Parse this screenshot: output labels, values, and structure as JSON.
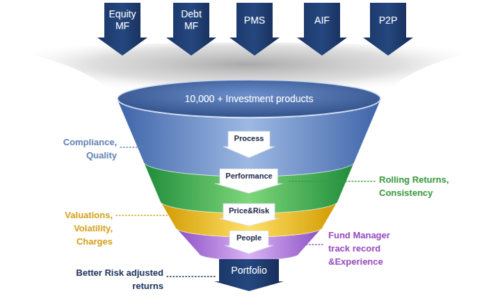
{
  "diagram": {
    "nodes": [
      {
        "text": [
          "Equity MF"
        ]
      },
      {
        "text": [
          "Debt MF"
        ]
      },
      {
        "text": [
          "PMS"
        ]
      },
      {
        "text": [
          "AIF"
        ]
      },
      {
        "text": [
          "P2P"
        ]
      },
      {
        "text": [
          "10,000 + Investment products"
        ]
      },
      {
        "text": [
          "Process"
        ]
      },
      {
        "text": [
          "Performance"
        ]
      },
      {
        "text": [
          "Price&Risk"
        ]
      },
      {
        "text": [
          "People"
        ]
      },
      {
        "text": [
          "Portfolio"
        ]
      }
    ],
    "labels": [
      "Compliance, Quality",
      "Rolling Returns, Consistency",
      "Valuations, Volatility, Charges",
      "Fund Manager track record &Experience",
      "Better Risk adjusted returns"
    ]
  }
}
